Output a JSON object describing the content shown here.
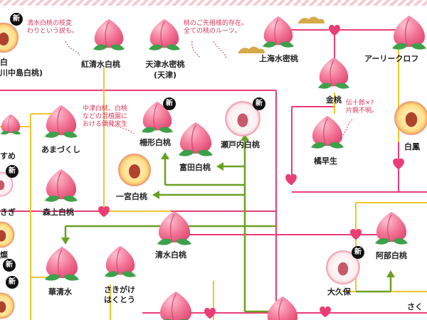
{
  "diagram": {
    "varieties": {
      "left_upper_1": "白",
      "left_upper_2": "川中島白桃)",
      "kosei": "紅清水白桃",
      "tenshin_1": "天津水密桃",
      "tenshin_2": "(天津)",
      "shanghai": "上海水密桃",
      "early": "アーリークロフ",
      "kinto": "金桃",
      "left_mid": "すめ",
      "amazukushi": "あまづくし",
      "tsugekata": "柵形白桃",
      "setouchi": "瀬戸内白桃",
      "tomita": "富田白桃",
      "hakuho": "白鳳",
      "kitsuwase": "橘早生",
      "left_kigi": "きぎ",
      "ichinomiya": "一宮白桃",
      "moriage": "森上白桃",
      "left_kan": "燦",
      "shimizu": "清水白桃",
      "abe": "阿部白桃",
      "ookubo": "大久保",
      "hanashimizu": "華清水",
      "sakigake_1": "さきがけ",
      "sakigake_2": "はくとう",
      "right_bottom": "さく"
    },
    "notes": {
      "kosei": "清水白桃の枝変\nわりという説も。",
      "tenshin": "桃のご先祖様的存在。\n全ての桃のルーツ。",
      "kinto": "伝十郎×?\n片親不明。",
      "mix": "中津白桃、白桃\nなどの混植園に\nおける偶発実生"
    },
    "badge": "新",
    "colors": {
      "peach_light": "#f59bb2",
      "peach_dark": "#e9547b",
      "leaf": "#3ea04a",
      "line_pink": "#ea3d75",
      "line_yellow": "#f1c52d",
      "line_green": "#6aa021",
      "note_red": "#d63a5a"
    }
  }
}
